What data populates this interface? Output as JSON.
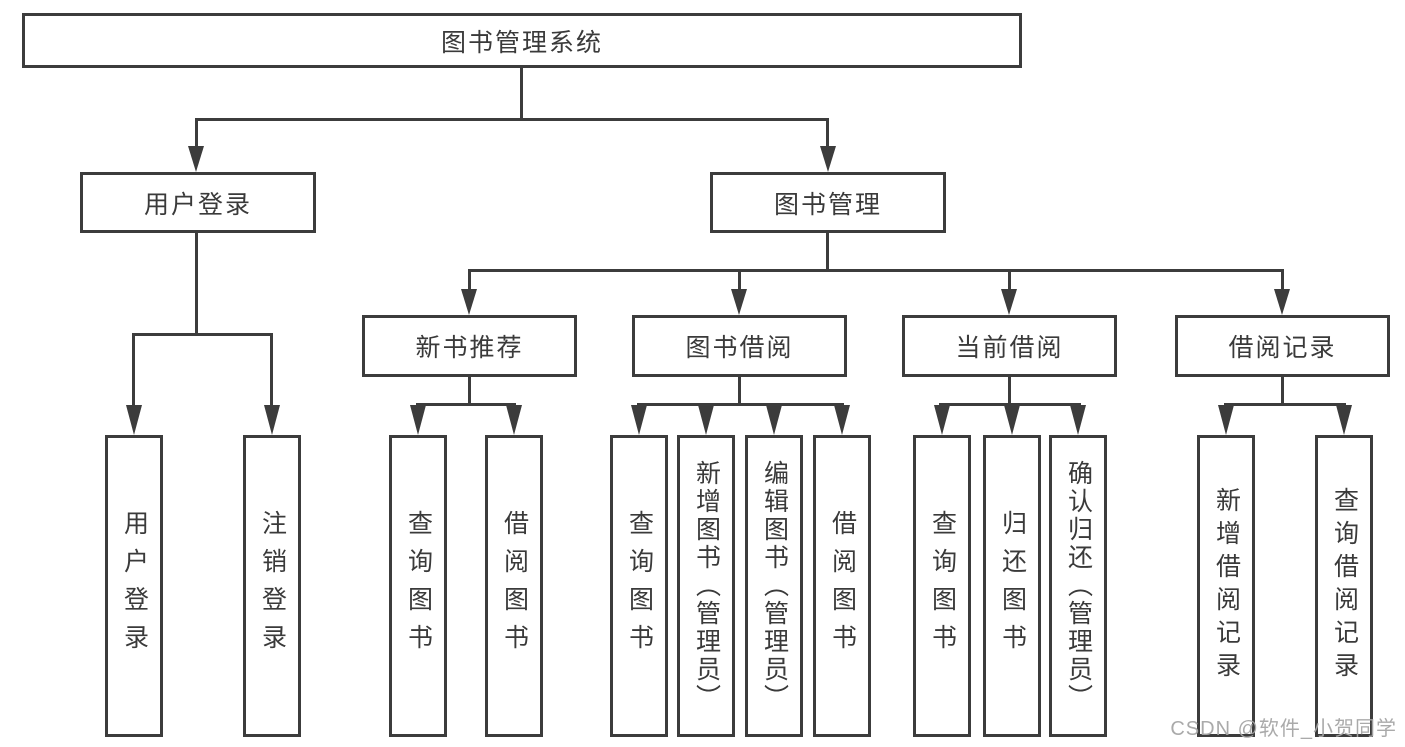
{
  "tree": {
    "label": "图书管理系统",
    "children": [
      {
        "label": "用户登录",
        "children": [
          {
            "label": "用户登录"
          },
          {
            "label": "注销登录"
          }
        ]
      },
      {
        "label": "图书管理",
        "children": [
          {
            "label": "新书推荐",
            "children": [
              {
                "label": "查询图书"
              },
              {
                "label": "借阅图书"
              }
            ]
          },
          {
            "label": "图书借阅",
            "children": [
              {
                "label": "查询图书"
              },
              {
                "label": "新增图书（管理员）"
              },
              {
                "label": "编辑图书（管理员）"
              },
              {
                "label": "借阅图书"
              }
            ]
          },
          {
            "label": "当前借阅",
            "children": [
              {
                "label": "查询图书"
              },
              {
                "label": "归还图书"
              },
              {
                "label": "确认归还（管理员）"
              }
            ]
          },
          {
            "label": "借阅记录",
            "children": [
              {
                "label": "新增借阅记录"
              },
              {
                "label": "查询借阅记录"
              }
            ]
          }
        ]
      }
    ]
  },
  "watermark": {
    "text": "CSDN @软件_小贺同学"
  },
  "colors": {
    "line": "#3c3c3c",
    "text": "#3a3a3a",
    "background": "#ffffff",
    "watermark": "#a5a5a5"
  }
}
